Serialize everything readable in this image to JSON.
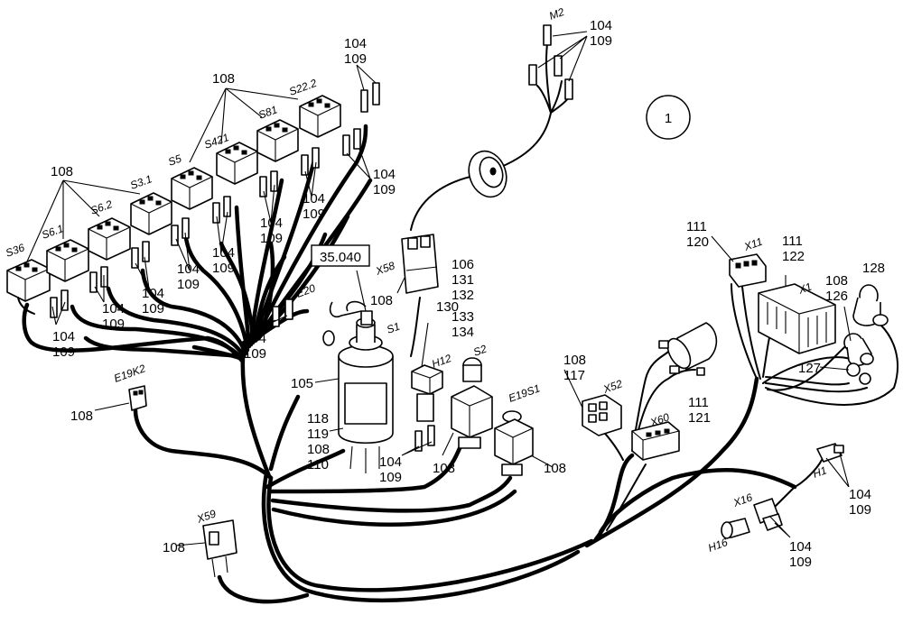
{
  "diagram": {
    "circle_number": "1",
    "reference_box": "35.040",
    "connectors": {
      "S36": "S36",
      "S6_1": "S6.1",
      "S6_2": "S6.2",
      "S3_1": "S3.1",
      "S5": "S5",
      "S421": "S421",
      "S81": "S81",
      "S22_2": "S22.2",
      "E20": "E20",
      "E19K2": "E19K2",
      "X58": "X58",
      "S1": "S1",
      "H12": "H12",
      "S2": "S2",
      "E19S1": "E19S1",
      "X59": "X59",
      "X52": "X52",
      "X60": "X60",
      "X11": "X11",
      "X1": "X1",
      "M2": "M2",
      "H1": "H1",
      "X16": "X16",
      "H16": "H16"
    },
    "part_numbers": {
      "p104": "104",
      "p105": "105",
      "p106": "106",
      "p108": "108",
      "p109": "109",
      "p110": "110",
      "p111": "111",
      "p117": "117",
      "p118": "118",
      "p119": "119",
      "p120": "120",
      "p121": "121",
      "p122": "122",
      "p126": "126",
      "p127": "127",
      "p128": "128",
      "p130": "130",
      "p131": "131",
      "p132": "132",
      "p133": "133",
      "p134": "134"
    }
  }
}
